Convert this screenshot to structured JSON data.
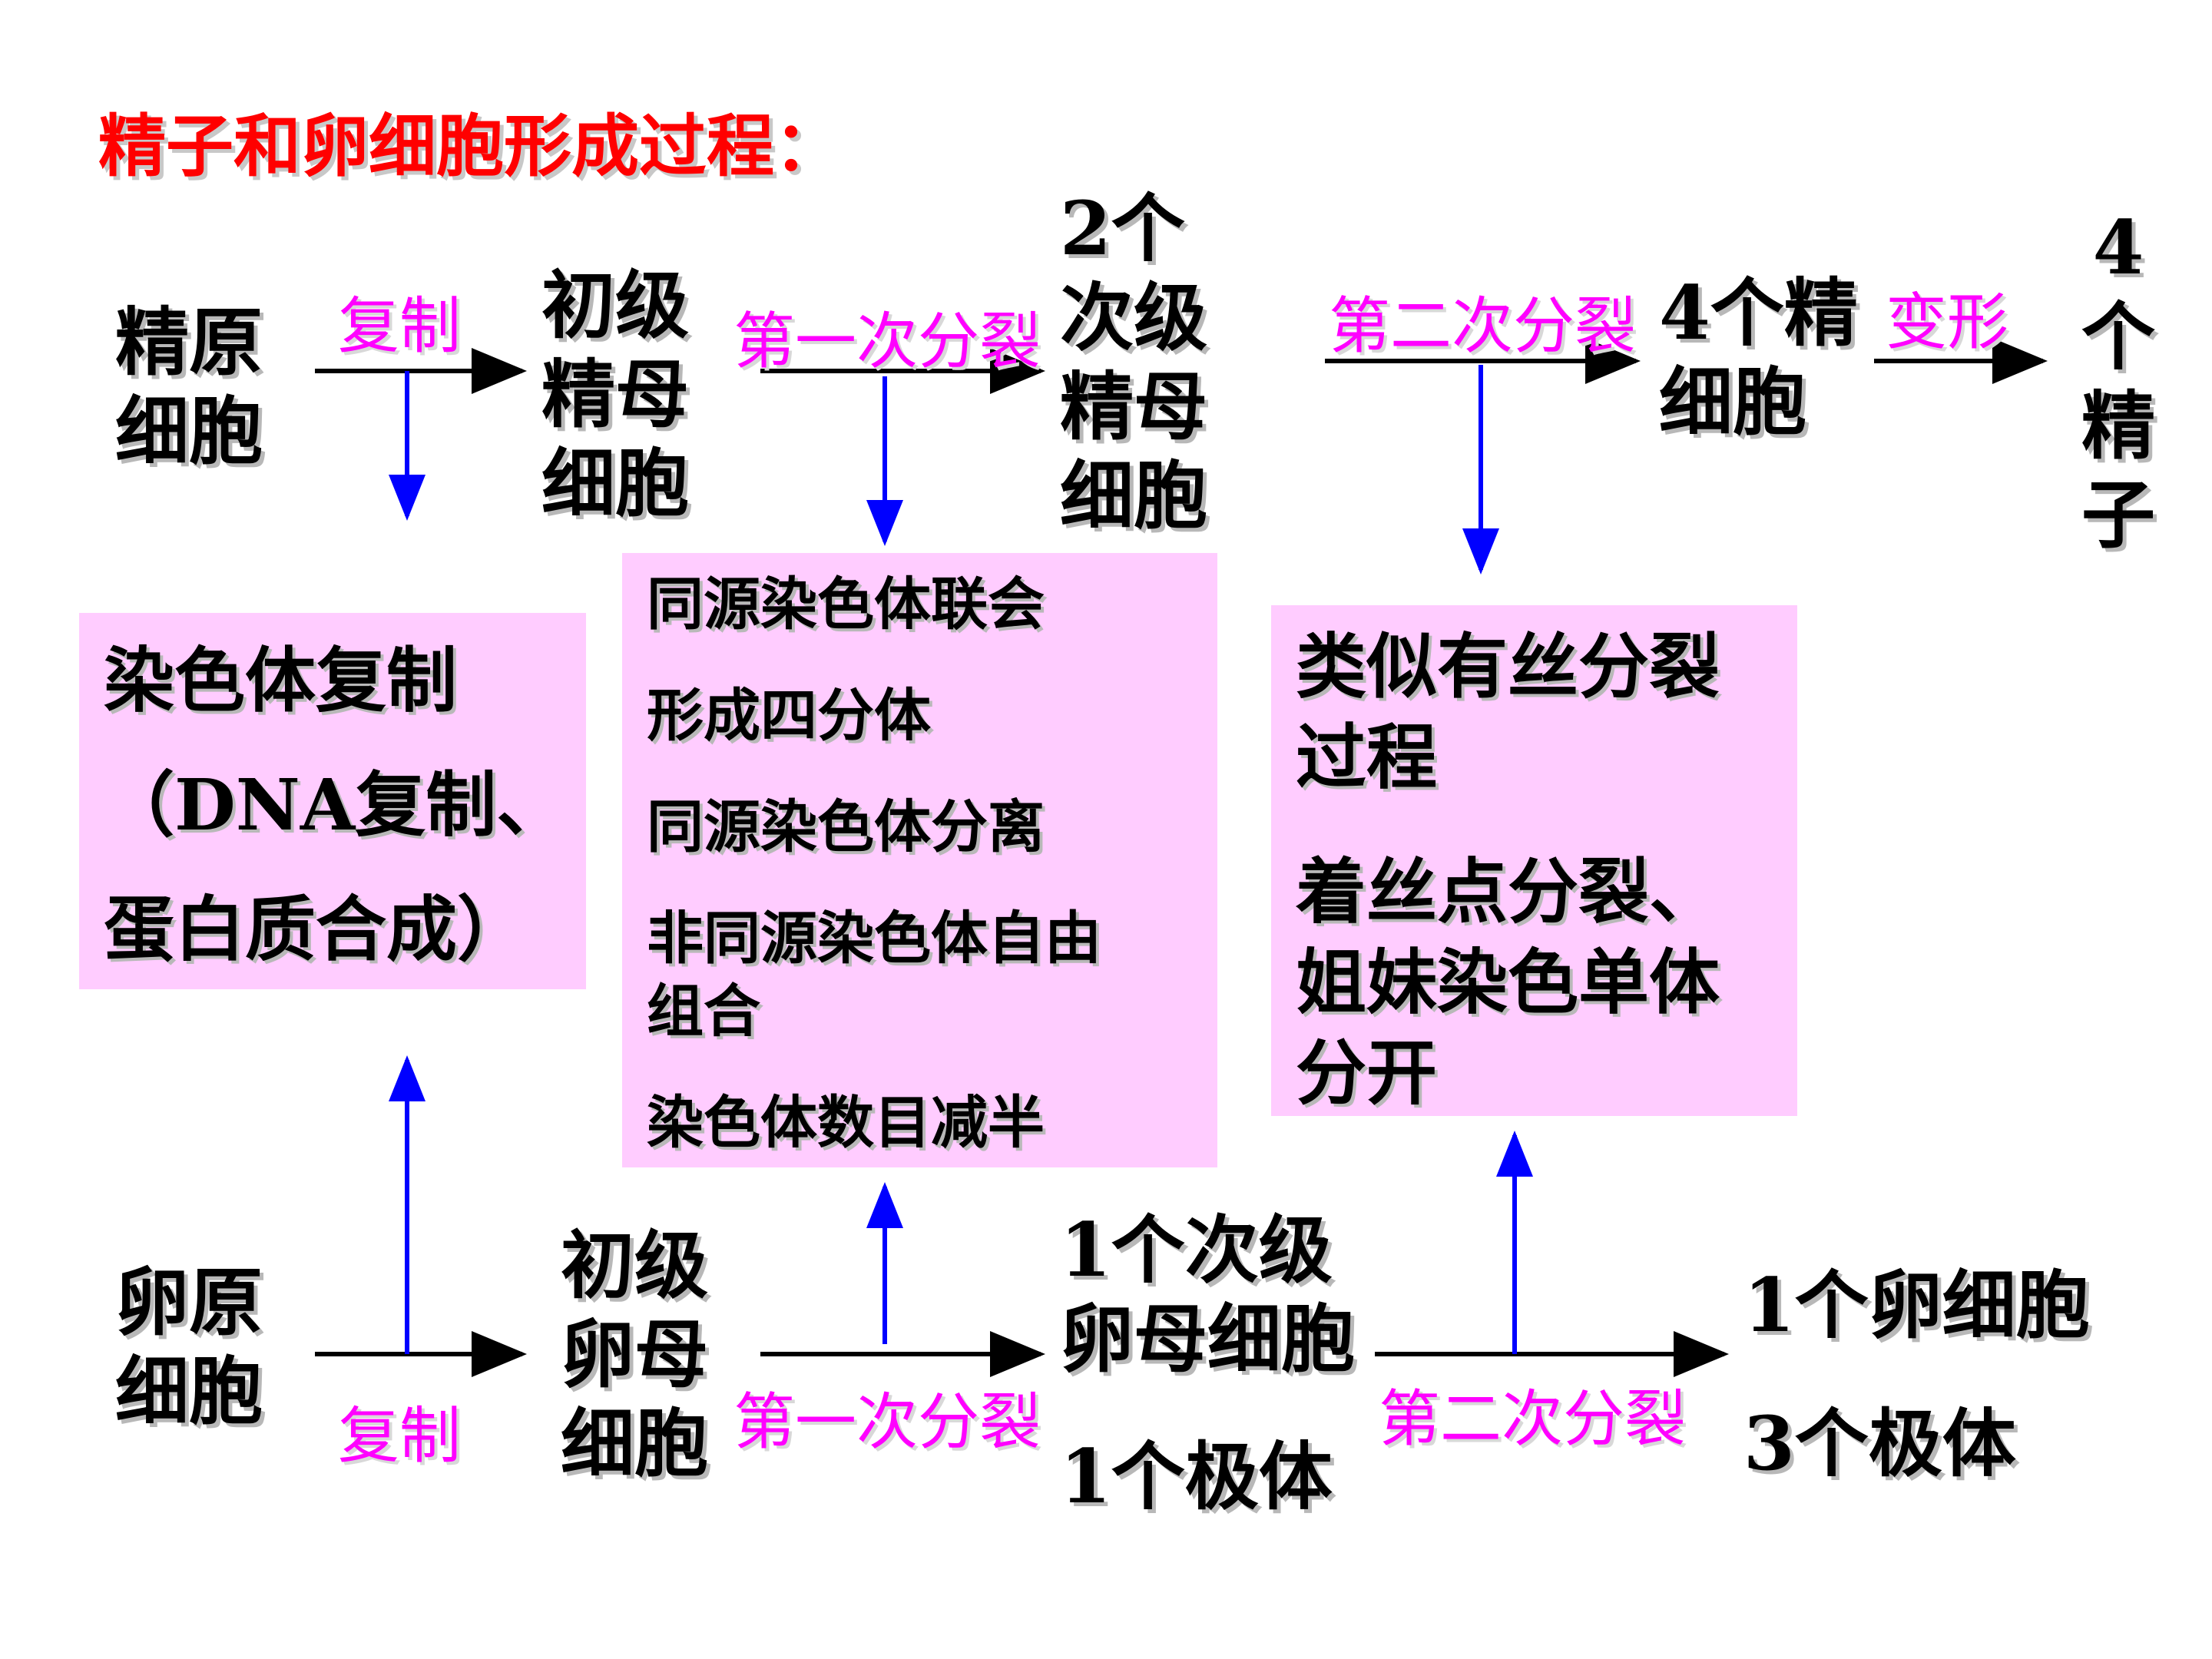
{
  "title": "精子和卵细胞形成过程：",
  "sperm_row": {
    "spermatogonium": [
      "精原",
      "细胞"
    ],
    "replicate_label": "复制",
    "primary_spermatocyte": [
      "初级",
      "精母",
      "细胞"
    ],
    "first_division_label": "第一次分裂",
    "secondary_spermatocyte": [
      "2个",
      "次级",
      "精母",
      "细胞"
    ],
    "second_division_label": "第二次分裂",
    "spermatid": [
      "4个精",
      "细胞"
    ],
    "transform_label": "变形",
    "sperm": [
      "4",
      "个",
      "精",
      "子"
    ]
  },
  "egg_row": {
    "oogonium": [
      "卵原",
      "细胞"
    ],
    "replicate_label": "复制",
    "primary_oocyte": [
      "初级",
      "卵母",
      "细胞"
    ],
    "first_division_label": "第一次分裂",
    "secondary_oocyte": [
      "1个次级",
      "卵母细胞"
    ],
    "first_polar_body": "1个极体",
    "second_division_label": "第二次分裂",
    "results": [
      "1个卵细胞",
      "3个极体"
    ]
  },
  "boxes": {
    "interphase": [
      "染色体复制",
      "（DNA复制、",
      "蛋白质合成）"
    ],
    "meiosis_one": [
      "同源染色体联会",
      "形成四分体",
      "同源染色体分离",
      "非同源染色体自由",
      "组合",
      "染色体数目减半"
    ],
    "meiosis_two": [
      "类似有丝分裂",
      "过程",
      "着丝点分裂、",
      "姐妹染色单体",
      "分开"
    ]
  },
  "colors": {
    "title": "#ff0000",
    "edge_label": "#ff00ff",
    "box_fill": "#ffccff",
    "connector": "#0000ff",
    "arrow": "#000000"
  }
}
